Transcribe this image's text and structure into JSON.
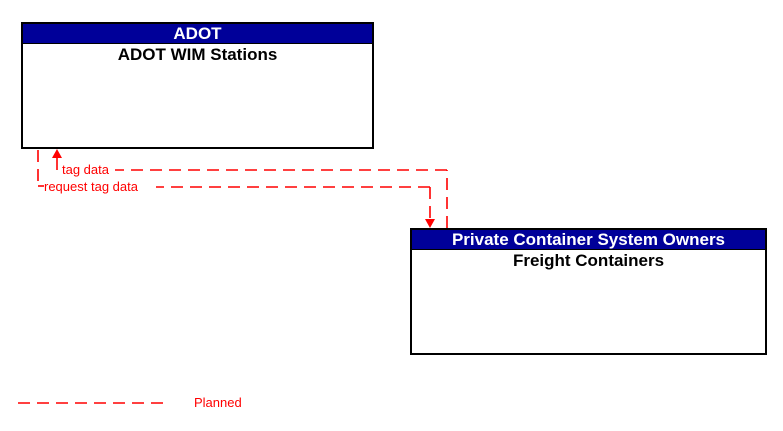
{
  "entities": [
    {
      "header": "ADOT",
      "element": "ADOT WIM Stations"
    },
    {
      "header": "Private Container System Owners",
      "element": "Freight Containers"
    }
  ],
  "flows": [
    {
      "label": "tag data",
      "from": "Freight Containers",
      "to": "ADOT WIM Stations",
      "status": "Planned"
    },
    {
      "label": "request tag data",
      "from": "ADOT WIM Stations",
      "to": "Freight Containers",
      "status": "Planned"
    }
  ],
  "legend": {
    "items": [
      {
        "label": "Planned",
        "line_style": "dashed",
        "color": "#ff0000"
      }
    ]
  },
  "colors": {
    "header_bg": "#000099",
    "header_text": "#ffffff",
    "flow": "#ff0000",
    "box_border": "#000000",
    "body_text": "#000000",
    "background": "#ffffff"
  }
}
